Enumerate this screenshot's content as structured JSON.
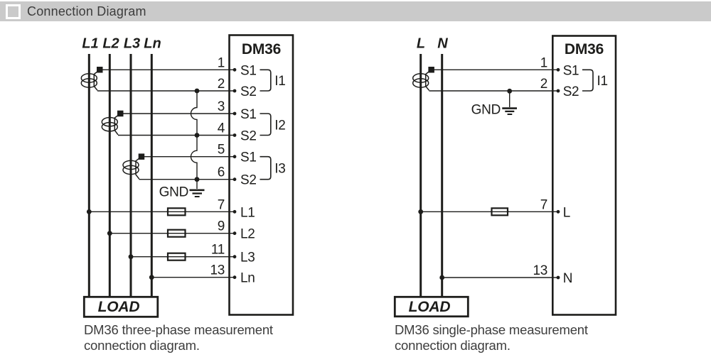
{
  "header": {
    "title": "Connection Diagram"
  },
  "colors": {
    "line": "#1d1d1b",
    "caption_text": "#3d3d3d",
    "header_bg": "#cacaca",
    "header_text": "#3c3c3c",
    "icon_border": "#ffffff"
  },
  "diagrams": {
    "left": {
      "device": "DM36",
      "phases": [
        "L1",
        "L2",
        "L3",
        "Ln"
      ],
      "terminals": [
        {
          "num": "1",
          "label": "S1"
        },
        {
          "num": "2",
          "label": "S2"
        },
        {
          "num": "3",
          "label": "S1"
        },
        {
          "num": "4",
          "label": "S2"
        },
        {
          "num": "5",
          "label": "S1"
        },
        {
          "num": "6",
          "label": "S2"
        },
        {
          "num": "7",
          "label": "L1"
        },
        {
          "num": "9",
          "label": "L2"
        },
        {
          "num": "11",
          "label": "L3"
        },
        {
          "num": "13",
          "label": "Ln"
        }
      ],
      "groups": [
        "I1",
        "I2",
        "I3"
      ],
      "gnd": "GND",
      "load": "LOAD",
      "caption": [
        "DM36 three-phase measurement",
        "connection diagram."
      ]
    },
    "right": {
      "device": "DM36",
      "phases": [
        "L",
        "N"
      ],
      "terminals": [
        {
          "num": "1",
          "label": "S1"
        },
        {
          "num": "2",
          "label": "S2"
        },
        {
          "num": "7",
          "label": "L"
        },
        {
          "num": "13",
          "label": "N"
        }
      ],
      "groups": [
        "I1"
      ],
      "gnd": "GND",
      "load": "LOAD",
      "caption": [
        "DM36 single-phase measurement",
        "connection diagram."
      ]
    }
  }
}
